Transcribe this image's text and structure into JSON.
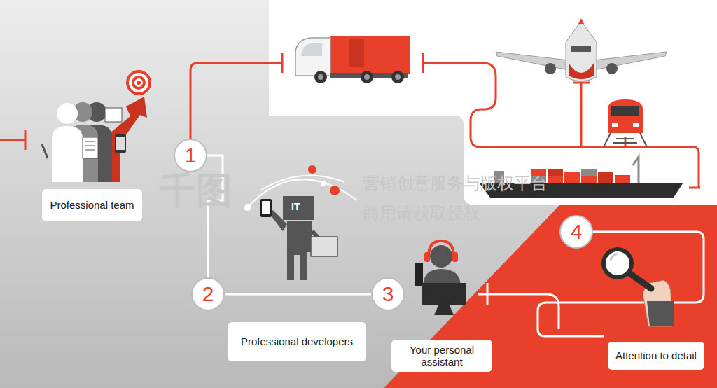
{
  "diagram": {
    "nodes": [
      {
        "text": [
          "Professional team"
        ]
      },
      {
        "text": [
          "1"
        ]
      },
      {
        "text": [
          "2"
        ]
      },
      {
        "text": [
          "Professional developers"
        ]
      },
      {
        "text": [
          "3"
        ]
      },
      {
        "text": [
          "Your personal assistant"
        ]
      },
      {
        "text": [
          "4"
        ]
      },
      {
        "text": [
          "Attention to detail"
        ]
      }
    ],
    "edges": [
      {
        "from": 1,
        "to": 2,
        "arrow": "none"
      },
      {
        "from": 2,
        "to": 4,
        "arrow": "none"
      }
    ],
    "labels": [
      "IT",
      "千图",
      "营销创意服务与版权平台",
      "商用请获取授权"
    ]
  }
}
